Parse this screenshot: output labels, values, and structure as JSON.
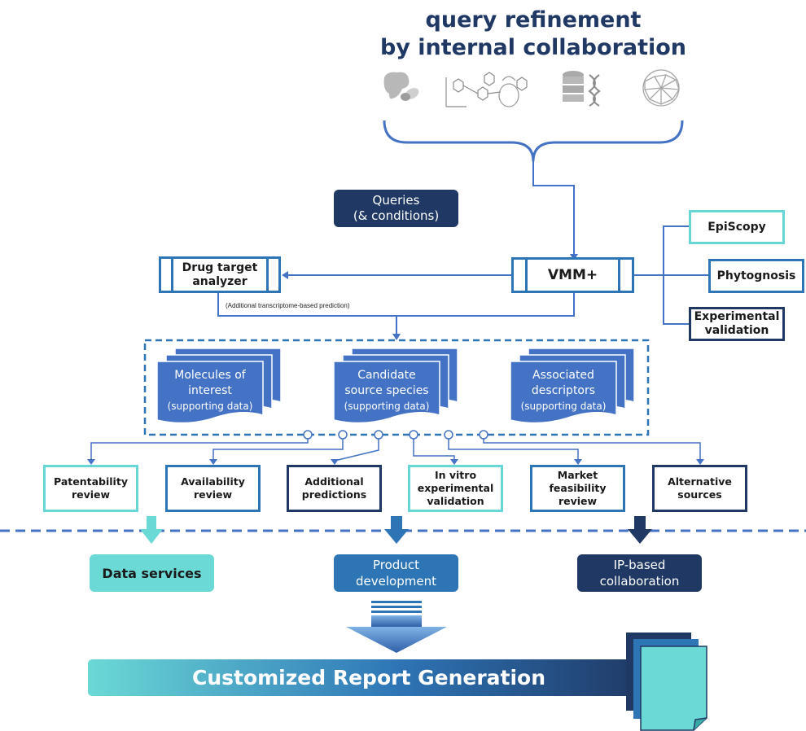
{
  "title": {
    "line1": "query refinement",
    "line2": "by internal collaboration"
  },
  "icons": [
    "organ-pill-icon",
    "molecule-plant-icon",
    "database-dna-icon",
    "neural-network-icon"
  ],
  "queries": {
    "line1": "Queries",
    "line2": "(& conditions)"
  },
  "vmm": "VMM+",
  "drug_target": {
    "line1": "Drug target",
    "line2": "analyzer"
  },
  "transcriptome_note": "(Additional transcriptome-based prediction)",
  "right_modules": {
    "episcopy": "EpiScopy",
    "phytognosis": "Phytognosis",
    "experimental": {
      "line1": "Experimental",
      "line2": "validation"
    }
  },
  "documents": [
    {
      "line1": "Molecules of",
      "line2": "interest",
      "sub": "(supporting data)"
    },
    {
      "line1": "Candidate",
      "line2": "source species",
      "sub": "(supporting data)"
    },
    {
      "line1": "Associated",
      "line2": "descriptors",
      "sub": "(supporting data)"
    }
  ],
  "reviews": [
    {
      "lines": [
        "Patentability",
        "review"
      ]
    },
    {
      "lines": [
        "Availability",
        "review"
      ]
    },
    {
      "lines": [
        "Additional",
        "predictions"
      ]
    },
    {
      "lines": [
        "In vitro",
        "experimental",
        "validation"
      ]
    },
    {
      "lines": [
        "Market",
        "feasibility",
        "review"
      ]
    },
    {
      "lines": [
        "Alternative",
        "sources"
      ]
    }
  ],
  "outcomes": {
    "data_services": "Data services",
    "product_development": {
      "line1": "Product",
      "line2": "development"
    },
    "ip_collaboration": {
      "line1": "IP-based",
      "line2": "collaboration"
    }
  },
  "report": "Customized Report Generation",
  "colors": {
    "navy": "#1f3864",
    "blue": "#4472c4",
    "mid_blue": "#2e75b6",
    "teal": "#6bd9d6",
    "teal_border": "#66d6d6",
    "dark_navy": "#1f3a64"
  }
}
